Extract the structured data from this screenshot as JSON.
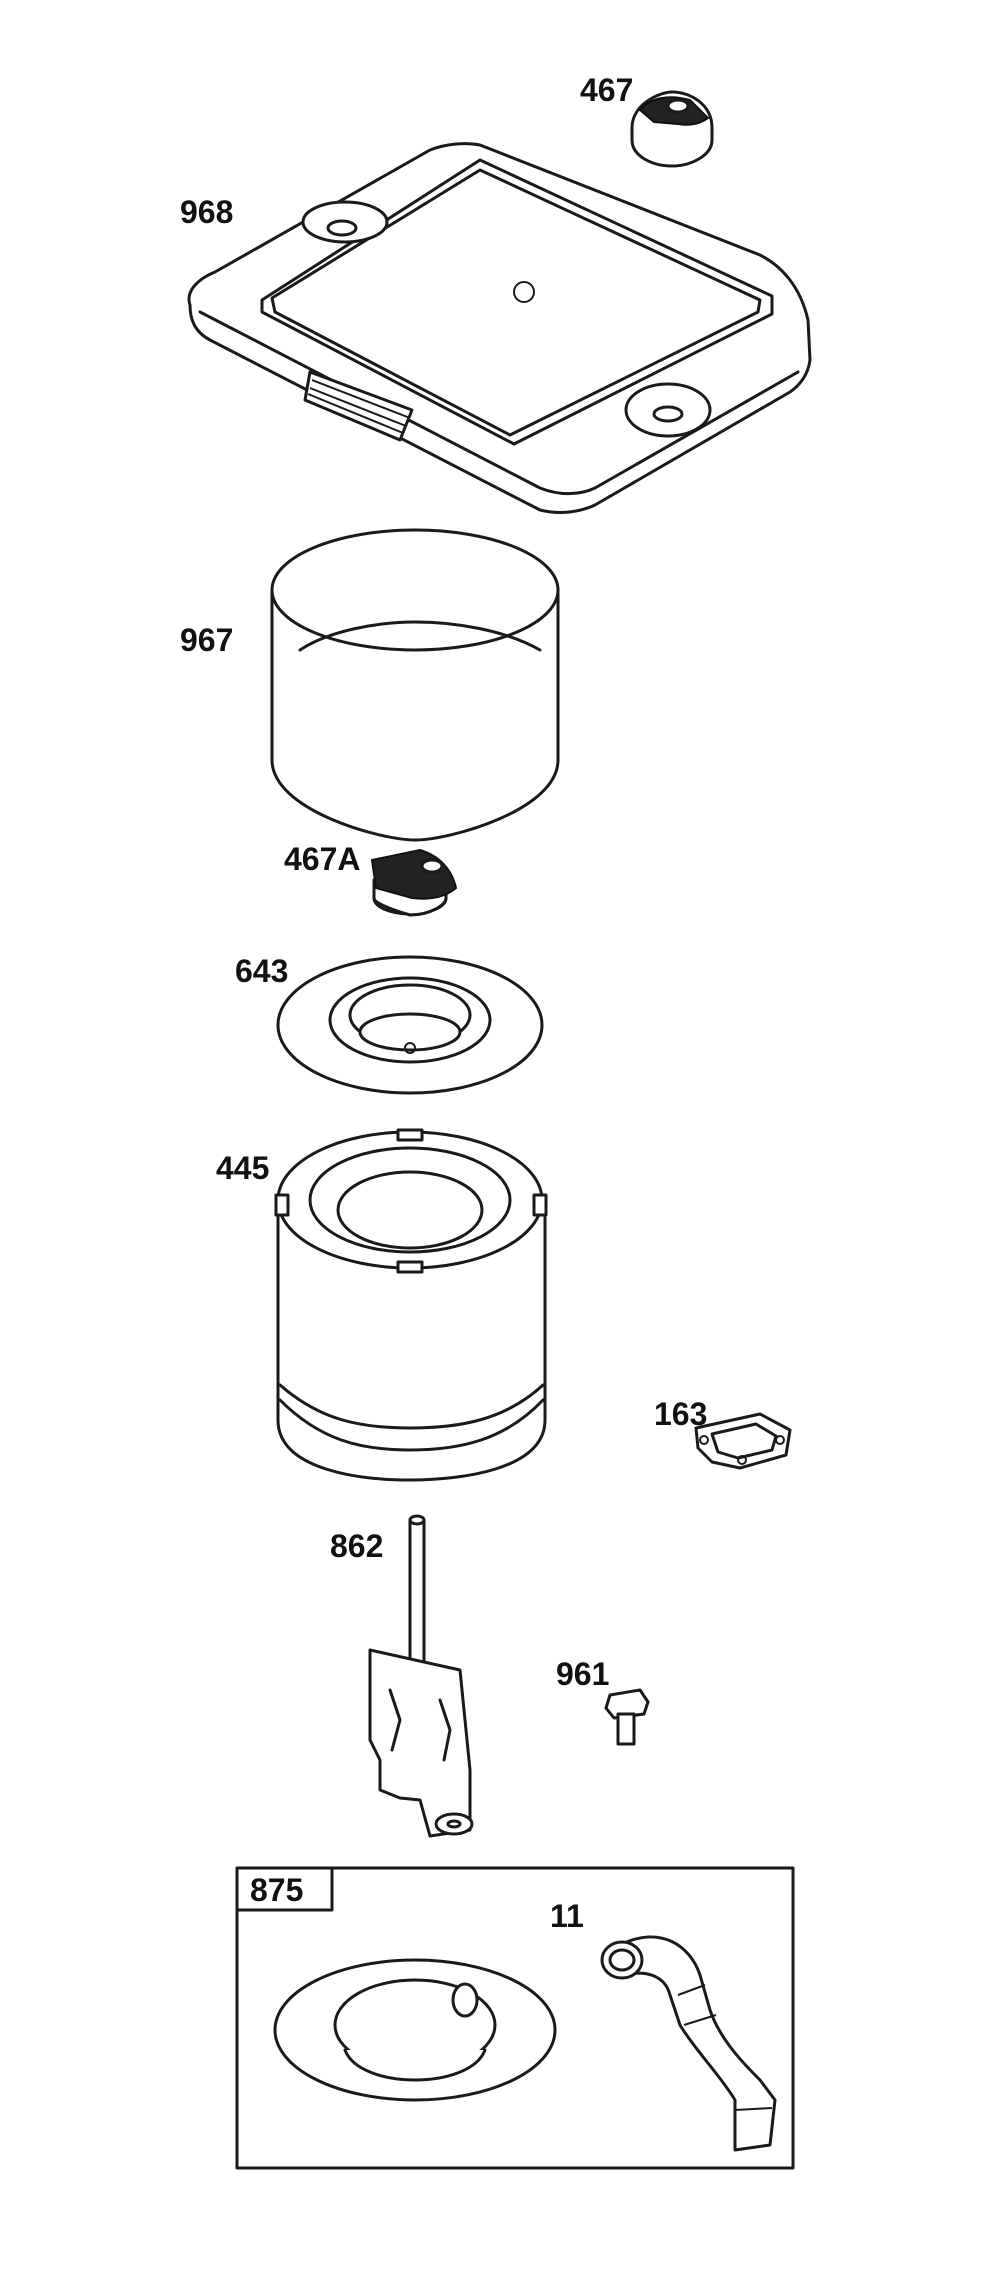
{
  "callouts": {
    "p467": "467",
    "p968": "968",
    "p967": "967",
    "p467A": "467A",
    "p643": "643",
    "p445": "445",
    "p163": "163",
    "p862": "862",
    "p961": "961",
    "p875": "875",
    "p11": "11"
  },
  "colors": {
    "line": "#1a1a1a",
    "fill": "#ffffff",
    "dark": "#222222"
  }
}
